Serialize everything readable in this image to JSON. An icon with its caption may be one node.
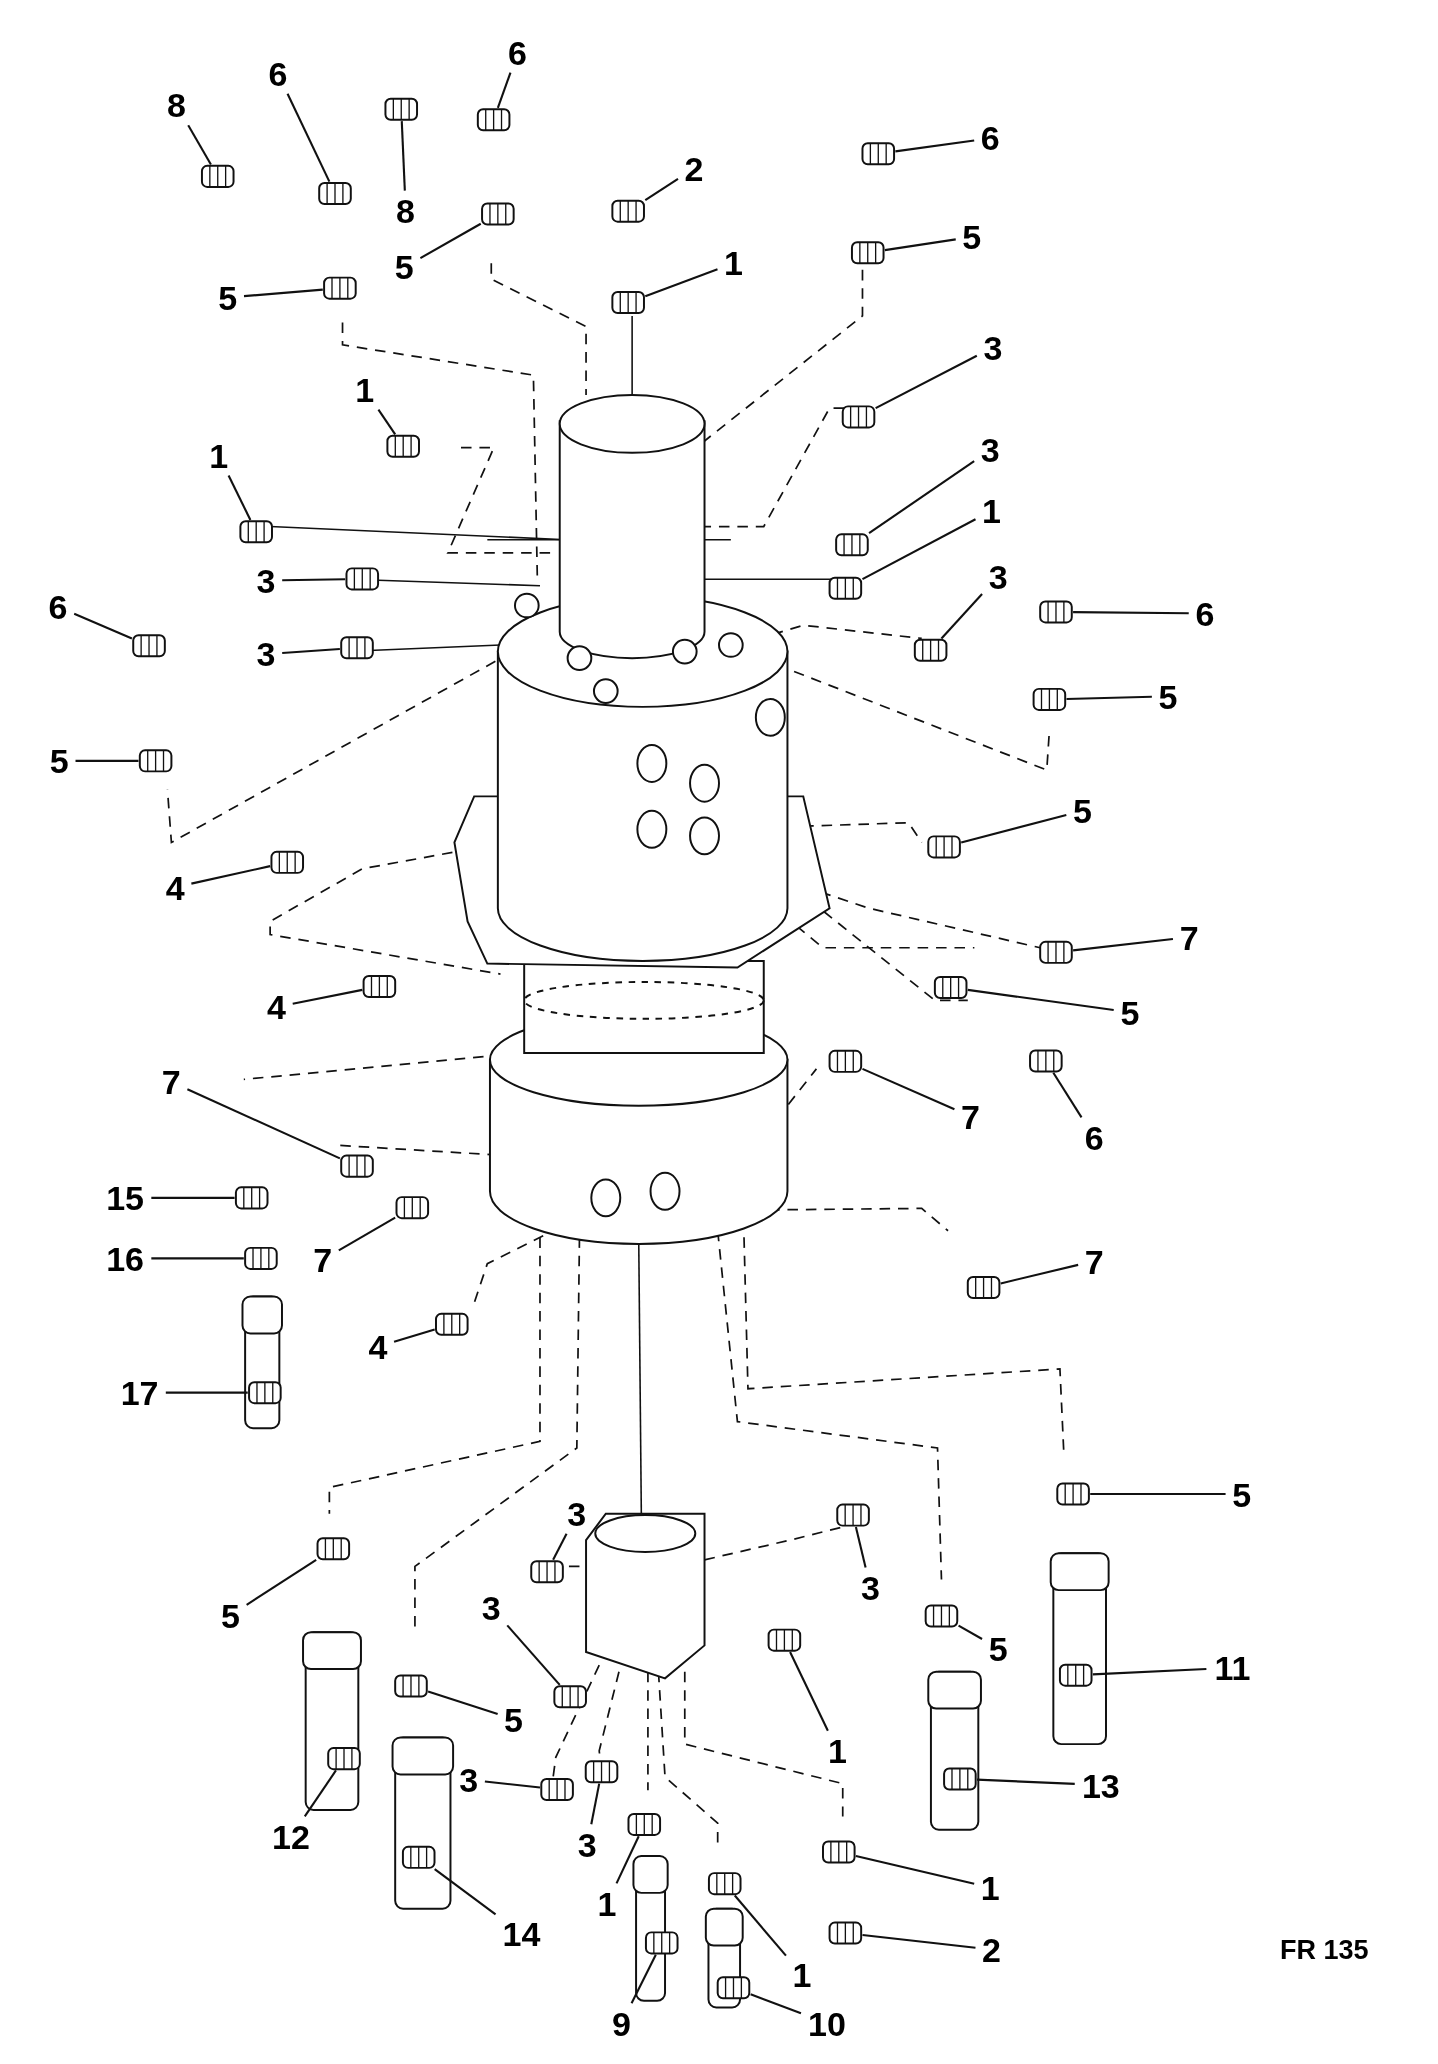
{
  "diagram": {
    "nodes": [
      {
        "text": [
          "8"
        ]
      },
      {
        "text": [
          "6"
        ]
      },
      {
        "text": [
          "6"
        ]
      },
      {
        "text": [
          "8"
        ]
      },
      {
        "text": [
          "5"
        ]
      },
      {
        "text": [
          "2"
        ]
      },
      {
        "text": [
          "1"
        ]
      },
      {
        "text": [
          "6"
        ]
      },
      {
        "text": [
          "5"
        ]
      },
      {
        "text": [
          "5"
        ]
      },
      {
        "text": [
          "1"
        ]
      },
      {
        "text": [
          "3"
        ]
      },
      {
        "text": [
          "1"
        ]
      },
      {
        "text": [
          "3"
        ]
      },
      {
        "text": [
          "1"
        ]
      },
      {
        "text": [
          "3"
        ]
      },
      {
        "text": [
          "3"
        ]
      },
      {
        "text": [
          "6"
        ]
      },
      {
        "text": [
          "6"
        ]
      },
      {
        "text": [
          "3"
        ]
      },
      {
        "text": [
          "5"
        ]
      },
      {
        "text": [
          "5"
        ]
      },
      {
        "text": [
          "5"
        ]
      },
      {
        "text": [
          "4"
        ]
      },
      {
        "text": [
          "7"
        ]
      },
      {
        "text": [
          "4"
        ]
      },
      {
        "text": [
          "5"
        ]
      },
      {
        "text": [
          "7"
        ]
      },
      {
        "text": [
          "7"
        ]
      },
      {
        "text": [
          "6"
        ]
      },
      {
        "text": [
          "15"
        ]
      },
      {
        "text": [
          "7"
        ]
      },
      {
        "text": [
          "16"
        ]
      },
      {
        "text": [
          "7"
        ]
      },
      {
        "text": [
          "4"
        ]
      },
      {
        "text": [
          "17"
        ]
      },
      {
        "text": [
          "3"
        ]
      },
      {
        "text": [
          "5"
        ]
      },
      {
        "text": [
          "3"
        ]
      },
      {
        "text": [
          "5"
        ]
      },
      {
        "text": [
          "3"
        ]
      },
      {
        "text": [
          "5"
        ]
      },
      {
        "text": [
          "11"
        ]
      },
      {
        "text": [
          "1"
        ]
      },
      {
        "text": [
          "5"
        ]
      },
      {
        "text": [
          "3"
        ]
      },
      {
        "text": [
          "13"
        ]
      },
      {
        "text": [
          "12"
        ]
      },
      {
        "text": [
          "3"
        ]
      },
      {
        "text": [
          "1"
        ]
      },
      {
        "text": [
          "1"
        ]
      },
      {
        "text": [
          "2"
        ]
      },
      {
        "text": [
          "14"
        ]
      },
      {
        "text": [
          "1"
        ]
      },
      {
        "text": [
          "9"
        ]
      },
      {
        "text": [
          "10"
        ]
      },
      {
        "text": [],
        "shape": "picture"
      },
      {
        "text": [],
        "shape": "picture"
      },
      {
        "text": [],
        "shape": "picture"
      },
      {
        "text": [],
        "shape": "picture"
      },
      {
        "text": [],
        "shape": "picture"
      },
      {
        "text": [],
        "shape": "picture"
      },
      {
        "text": [],
        "shape": "picture"
      },
      {
        "text": [],
        "shape": "picture"
      },
      {
        "text": [],
        "shape": "picture"
      },
      {
        "text": [],
        "shape": "picture"
      },
      {
        "text": [],
        "shape": "picture"
      },
      {
        "text": [],
        "shape": "picture"
      },
      {
        "text": [],
        "shape": "picture"
      },
      {
        "text": [],
        "shape": "picture"
      },
      {
        "text": [],
        "shape": "picture"
      },
      {
        "text": [],
        "shape": "picture"
      },
      {
        "text": [],
        "shape": "picture"
      },
      {
        "text": [],
        "shape": "picture"
      },
      {
        "text": [],
        "shape": "picture"
      },
      {
        "text": [],
        "shape": "picture"
      },
      {
        "text": [],
        "shape": "picture"
      },
      {
        "text": [],
        "shape": "picture"
      },
      {
        "text": [],
        "shape": "picture"
      },
      {
        "text": [],
        "shape": "picture"
      },
      {
        "text": [],
        "shape": "picture"
      },
      {
        "text": [],
        "shape": "picture"
      },
      {
        "text": [],
        "shape": "picture"
      },
      {
        "text": [],
        "shape": "picture"
      },
      {
        "text": [],
        "shape": "picture"
      },
      {
        "text": [],
        "shape": "picture"
      },
      {
        "text": [],
        "shape": "picture"
      },
      {
        "text": [],
        "shape": "picture"
      },
      {
        "text": [],
        "shape": "picture"
      },
      {
        "text": [],
        "shape": "picture"
      },
      {
        "text": [],
        "shape": "picture"
      },
      {
        "text": [],
        "shape": "picture"
      },
      {
        "text": [],
        "shape": "picture"
      },
      {
        "text": [],
        "shape": "picture"
      },
      {
        "text": [],
        "shape": "picture"
      },
      {
        "text": [],
        "shape": "picture"
      },
      {
        "text": [],
        "shape": "picture"
      },
      {
        "text": [],
        "shape": "picture"
      },
      {
        "text": [],
        "shape": "picture"
      },
      {
        "text": [],
        "shape": "picture"
      },
      {
        "text": [],
        "shape": "picture"
      },
      {
        "text": [],
        "shape": "picture"
      },
      {
        "text": [],
        "shape": "picture"
      },
      {
        "text": [],
        "shape": "picture"
      },
      {
        "text": [],
        "shape": "picture"
      },
      {
        "text": [],
        "shape": "picture"
      },
      {
        "text": [],
        "shape": "picture"
      },
      {
        "text": [],
        "shape": "picture"
      },
      {
        "text": [],
        "shape": "picture"
      },
      {
        "text": [],
        "shape": "picture"
      },
      {
        "text": [],
        "shape": "picture"
      },
      {
        "text": [],
        "shape": "picture"
      }
    ],
    "edges": [
      {
        "from": 0,
        "to": 56,
        "arrow": "none"
      },
      {
        "from": 1,
        "to": 57,
        "arrow": "none"
      },
      {
        "from": 2,
        "to": 58,
        "arrow": "none"
      },
      {
        "from": 3,
        "to": 59,
        "arrow": "none"
      },
      {
        "from": 4,
        "to": 60,
        "arrow": "none"
      },
      {
        "from": 5,
        "to": 61,
        "arrow": "none"
      },
      {
        "from": 6,
        "to": 62,
        "arrow": "none"
      },
      {
        "from": 7,
        "to": 63,
        "arrow": "none"
      },
      {
        "from": 8,
        "to": 64,
        "arrow": "none"
      },
      {
        "from": 9,
        "to": 65,
        "arrow": "none"
      },
      {
        "from": 10,
        "to": 66,
        "arrow": "none"
      },
      {
        "from": 11,
        "to": 67,
        "arrow": "none"
      },
      {
        "from": 12,
        "to": 68,
        "arrow": "none"
      },
      {
        "from": 13,
        "to": 69,
        "arrow": "none"
      },
      {
        "from": 14,
        "to": 70,
        "arrow": "none"
      },
      {
        "from": 15,
        "to": 71,
        "arrow": "none"
      },
      {
        "from": 16,
        "to": 72,
        "arrow": "none"
      },
      {
        "from": 17,
        "to": 73,
        "arrow": "none"
      },
      {
        "from": 18,
        "to": 74,
        "arrow": "none"
      },
      {
        "from": 19,
        "to": 75,
        "arrow": "none"
      },
      {
        "from": 20,
        "to": 76,
        "arrow": "none"
      },
      {
        "from": 21,
        "to": 77,
        "arrow": "none"
      },
      {
        "from": 22,
        "to": 78,
        "arrow": "none"
      },
      {
        "from": 23,
        "to": 79,
        "arrow": "none"
      },
      {
        "from": 24,
        "to": 80,
        "arrow": "none"
      },
      {
        "from": 25,
        "to": 81,
        "arrow": "none"
      },
      {
        "from": 26,
        "to": 82,
        "arrow": "none"
      },
      {
        "from": 27,
        "to": 83,
        "arrow": "none"
      },
      {
        "from": 28,
        "to": 84,
        "arrow": "none"
      },
      {
        "from": 29,
        "to": 85,
        "arrow": "none"
      },
      {
        "from": 30,
        "to": 86,
        "arrow": "none"
      },
      {
        "from": 31,
        "to": 87,
        "arrow": "none"
      },
      {
        "from": 32,
        "to": 88,
        "arrow": "none"
      },
      {
        "from": 33,
        "to": 89,
        "arrow": "none"
      },
      {
        "from": 34,
        "to": 90,
        "arrow": "none"
      },
      {
        "from": 35,
        "to": 91,
        "arrow": "none"
      },
      {
        "from": 36,
        "to": 92,
        "arrow": "none"
      },
      {
        "from": 37,
        "to": 93,
        "arrow": "none"
      },
      {
        "from": 38,
        "to": 94,
        "arrow": "none"
      },
      {
        "from": 39,
        "to": 95,
        "arrow": "none"
      },
      {
        "from": 40,
        "to": 96,
        "arrow": "none"
      },
      {
        "from": 41,
        "to": 97,
        "arrow": "none"
      },
      {
        "from": 42,
        "to": 98,
        "arrow": "none"
      },
      {
        "from": 43,
        "to": 99,
        "arrow": "none"
      },
      {
        "from": 44,
        "to": 100,
        "arrow": "none"
      },
      {
        "from": 45,
        "to": 101,
        "arrow": "none"
      },
      {
        "from": 46,
        "to": 102,
        "arrow": "none"
      },
      {
        "from": 47,
        "to": 103,
        "arrow": "none"
      },
      {
        "from": 48,
        "to": 104,
        "arrow": "none"
      },
      {
        "from": 49,
        "to": 105,
        "arrow": "none"
      },
      {
        "from": 50,
        "to": 106,
        "arrow": "none"
      },
      {
        "from": 51,
        "to": 107,
        "arrow": "none"
      },
      {
        "from": 52,
        "to": 108,
        "arrow": "none"
      },
      {
        "from": 53,
        "to": 109,
        "arrow": "none"
      },
      {
        "from": 54,
        "to": 110,
        "arrow": "none"
      },
      {
        "from": 55,
        "to": 111,
        "arrow": "none"
      }
    ],
    "labels": [
      "FR 135"
    ]
  }
}
